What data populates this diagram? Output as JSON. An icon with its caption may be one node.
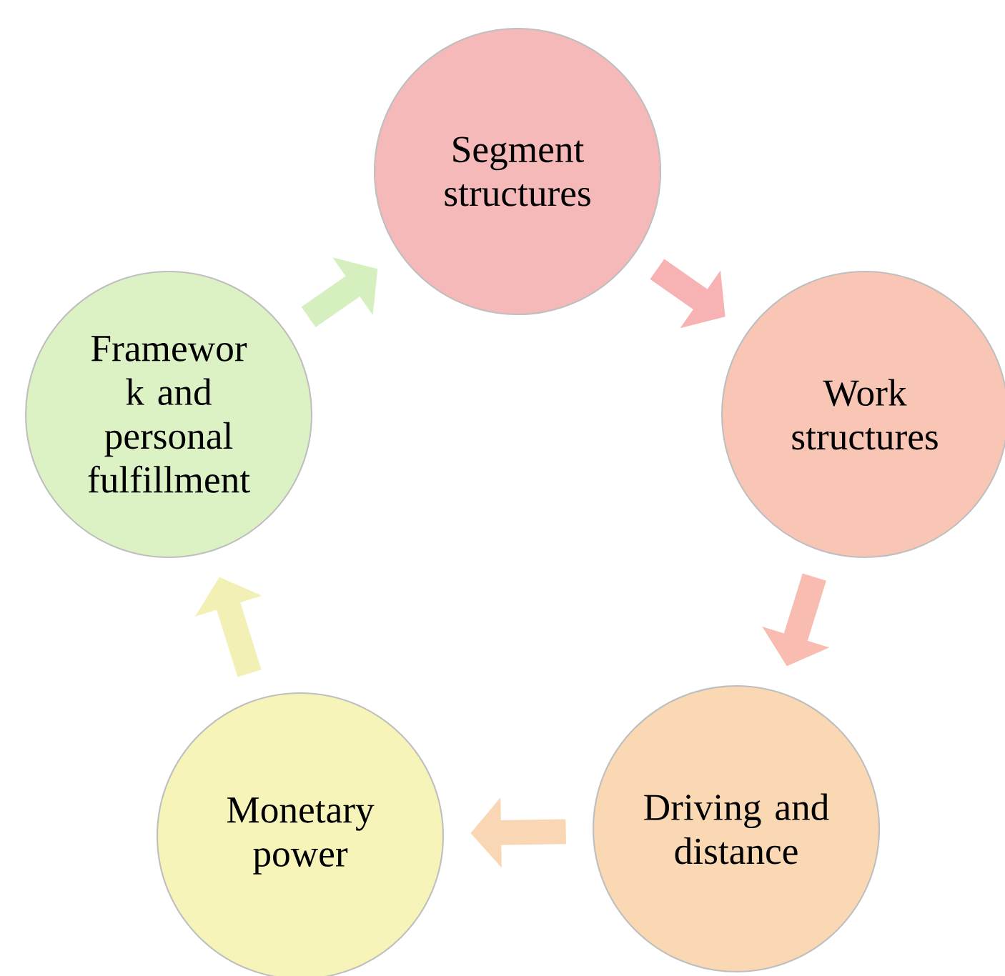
{
  "diagram": {
    "nodes": [
      {
        "text": [
          "Segment structures"
        ]
      },
      {
        "text": [
          "Work structures"
        ]
      },
      {
        "text": [
          "Driving and distance"
        ]
      },
      {
        "text": [
          "Monetary power"
        ]
      },
      {
        "text": [
          "Framewor k and personal fulfillment"
        ]
      }
    ],
    "edges": [
      {
        "from": 0,
        "to": 1,
        "arrow": "to",
        "color": "#f7b3b3"
      },
      {
        "from": 1,
        "to": 2,
        "arrow": "to",
        "color": "#f8bdb0"
      },
      {
        "from": 2,
        "to": 3,
        "arrow": "to",
        "color": "#f9d6b4"
      },
      {
        "from": 3,
        "to": 4,
        "arrow": "to",
        "color": "#f3f0b6"
      },
      {
        "from": 4,
        "to": 0,
        "arrow": "to",
        "color": "#d6efbf"
      }
    ]
  }
}
